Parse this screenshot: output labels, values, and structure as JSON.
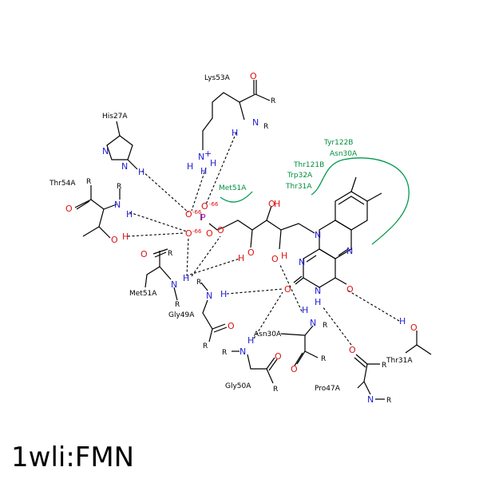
{
  "caption": "1wli:FMN",
  "residues": {
    "lys53a": "Lys53A",
    "his27a": "His27A",
    "thr54a": "Thr54A",
    "met51a": "Met51A",
    "gly49a": "Gly49A",
    "gly50a": "Gly50A",
    "asn30a": "Asn30A",
    "pro47a": "Pro47A",
    "thr31a": "Thr31A"
  },
  "hydrophobic": {
    "tyr122b": "Tyr122B",
    "asn30a": "Asn30A",
    "thr121b": "Thr121B",
    "trp32a": "Trp32A",
    "thr31a": "Thr31A",
    "met51a": "Met51A"
  },
  "atoms": {
    "R": "R",
    "N": "N",
    "O": "O",
    "H": "H",
    "P": "P",
    "Nplus": "N",
    "plus": "+",
    "charge": "-66"
  },
  "colors": {
    "nitrogen": "#1f1fd6",
    "oxygen": "#e01010",
    "phosphorus": "#b000b0",
    "hydrophobic": "#008f3c"
  }
}
